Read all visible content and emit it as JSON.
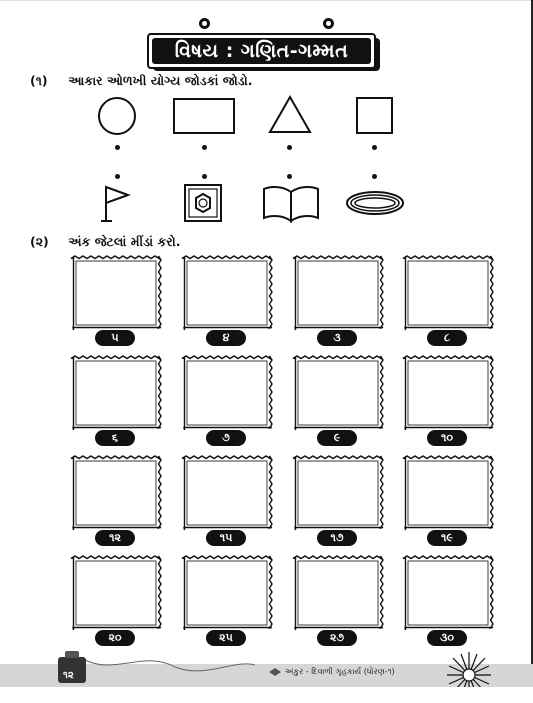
{
  "title": "વિષય : ગણિત-ગમ્મત",
  "question1": {
    "number": "(૧)",
    "text": "આકાર ઓળખી યોગ્ય જોડકાં જોડો."
  },
  "question2": {
    "number": "(૨)",
    "text": "અંક જેટલાં મીંડાં કરો."
  },
  "shapes_top": [
    "circle-icon",
    "rectangle-icon",
    "triangle-icon",
    "square-icon"
  ],
  "objects_bottom": [
    "flag-icon",
    "nut-icon",
    "open-book-icon",
    "ring-icon"
  ],
  "badges": [
    "૫",
    "૪",
    "૩",
    "૮",
    "૬",
    "૭",
    "૯",
    "૧૦",
    "૧૨",
    "૧૫",
    "૧૭",
    "૧૯",
    "૨૦",
    "૨૫",
    "૨૭",
    "૩૦"
  ],
  "footer": {
    "page_number": "૧૨",
    "text": "અંકુર - દિવાળી ગૃહકાર્ય (ધોરણ-૧)"
  }
}
